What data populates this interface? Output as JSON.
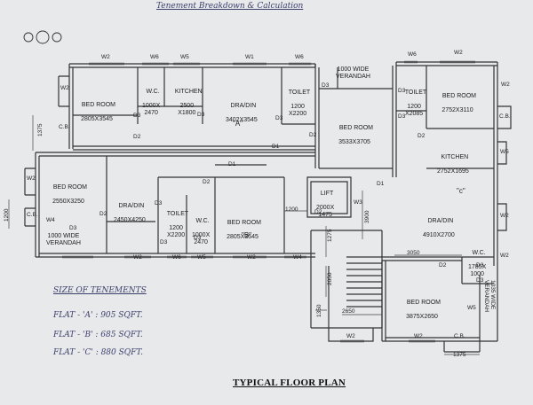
{
  "header_note": "Tenement Breakdown & Calculation",
  "rooms": {
    "a_bed": {
      "name": "BED ROOM",
      "dims": "2805X3545"
    },
    "a_wc": {
      "name": "W.C.",
      "dims": "1000X\n2470"
    },
    "a_kitchen": {
      "name": "KITCHEN",
      "dims": "2500\nX1800"
    },
    "a_dra": {
      "name": "DRA/DIN",
      "dims": "3402X3545"
    },
    "a_toilet": {
      "name": "TOILET",
      "dims": "1200\nX2200"
    },
    "a_label": "\"A\"",
    "verandah_top": "1000 WIDE\nVERANDAH",
    "c_toilet": {
      "name": "TOILET",
      "dims": "1200\nX2085"
    },
    "c_bed1": {
      "name": "BED ROOM",
      "dims": "2752X3110"
    },
    "mid_bed": {
      "name": "BED ROOM",
      "dims": "3533X3705"
    },
    "c_kitchen": {
      "name": "KITCHEN",
      "dims": "2752X1695"
    },
    "c_label": "\"c\"",
    "b_bed": {
      "name": "BED ROOM",
      "dims": "2550X3250"
    },
    "b_dra": {
      "name": "DRA/DIN",
      "dims": "2450X4250"
    },
    "b_toilet": {
      "name": "TOILET",
      "dims": "1200\nX2200"
    },
    "b_wc": {
      "name": "W.C.",
      "dims": "1000X\n2470"
    },
    "b_bed2": {
      "name": "BED ROOM",
      "dims": "2805X3545"
    },
    "b_label": "\"B\"",
    "verandah_left": "1000 WIDE\nVERANDAH",
    "lift": {
      "name": "LIFT",
      "dims": "2000X\n1475"
    },
    "c_dra": {
      "name": "DRA/DIN",
      "dims": "4910X2700"
    },
    "c_wc": {
      "name": "W.C.",
      "dims": "1785X\n1000"
    },
    "c_bed2": {
      "name": "BED ROOM",
      "dims": "3875X2650"
    },
    "verandah_right": "1035 WIDE\nVERANDAH"
  },
  "tags": {
    "w2": "W2",
    "w6": "W6",
    "w5": "W5",
    "w1": "W1",
    "w4": "W4",
    "w3": "W3",
    "d1": "D1",
    "d2": "D2",
    "d3": "D3",
    "cb": "C.B."
  },
  "dims": {
    "d1375a": "1375",
    "d1200a": "1200",
    "d1200b": "1200",
    "d3900": "3900",
    "d3050": "3050",
    "d1275": "1275",
    "d2050": "2050",
    "d1350": "1350",
    "d2650": "2650",
    "d1375b": "1375"
  },
  "notes": {
    "heading": "SIZE OF TENEMENTS",
    "flat_a": "FLAT - 'A' : 905 SQFT.",
    "flat_b": "FLAT - 'B' : 685 SQFT.",
    "flat_c": "FLAT - 'C' : 880 SQFT."
  },
  "title": "TYPICAL FLOOR PLAN"
}
